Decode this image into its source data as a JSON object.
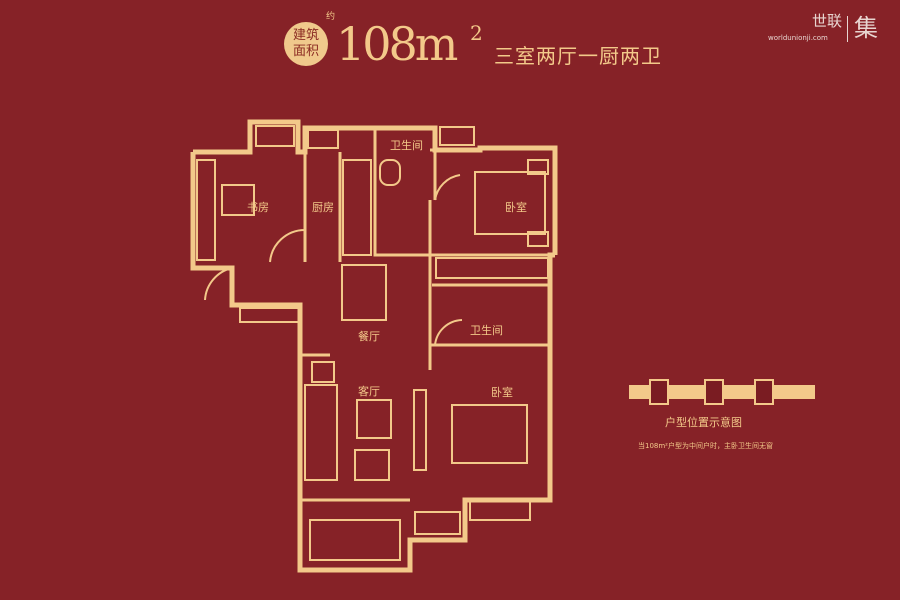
{
  "header": {
    "badge_line1": "建筑",
    "badge_line2": "面积",
    "badge_prefix": "约",
    "area": "108m",
    "area_unit_sup": "2",
    "layout": "三室两厅一厨两卫"
  },
  "logo": {
    "name": "世联",
    "suffix": "集",
    "url": "worldunionji.com"
  },
  "rooms": {
    "study": "书房",
    "kitchen": "厨房",
    "bath1": "卫生间",
    "bedroom1": "卧室",
    "dining": "餐厅",
    "bath2": "卫生间",
    "living": "客厅",
    "bedroom2": "卧室"
  },
  "position": {
    "title": "户型位置示意图",
    "note": "当108m²户型为中间户时，主卧卫生间无窗"
  },
  "colors": {
    "background": "#862227",
    "wall": "#f3c98a"
  }
}
